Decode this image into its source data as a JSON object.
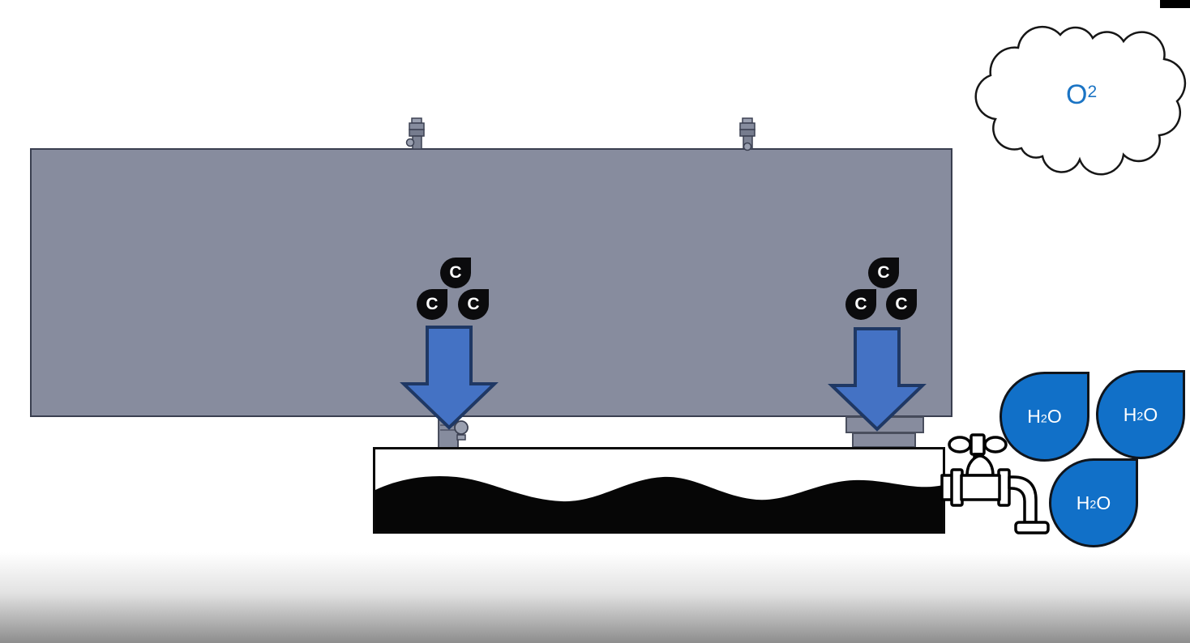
{
  "scene": {
    "kind": "combustion-diagram",
    "visible_text_items": [
      "C",
      "C",
      "C",
      "C",
      "C",
      "C",
      "O2",
      "H2O",
      "H2O",
      "H2O"
    ]
  },
  "colors": {
    "tank_gray": "#878c9e",
    "arrow_blue": "#4472c4",
    "arrow_outline": "#1f3864",
    "water_drop_blue": "#1170c8",
    "o2_text_blue": "#1b74c4",
    "carbon_black": "#0b0b0d",
    "oil_black": "#060606",
    "ground_gray": "#8d8d8d"
  },
  "carbon": {
    "label": "C"
  },
  "carbon_clusters": [
    {
      "position": "left",
      "drop_count": 3
    },
    {
      "position": "right",
      "drop_count": 3
    }
  ],
  "oxygen_cloud": {
    "formula_pre": "O",
    "formula_sub": "2"
  },
  "water_drops": [
    {
      "formula_pre": "H",
      "formula_sub": "2",
      "formula_post": "O"
    },
    {
      "formula_pre": "H",
      "formula_sub": "2",
      "formula_post": "O"
    },
    {
      "formula_pre": "H",
      "formula_sub": "2",
      "formula_post": "O"
    }
  ],
  "icons": {
    "tank_top_valves": [
      "valve-icon",
      "valve-icon"
    ],
    "drain_valve": "valve-icon",
    "arrows": [
      "arrow-down-icon",
      "arrow-down-icon"
    ],
    "faucet": "faucet-icon",
    "cloud": "cloud-icon"
  }
}
